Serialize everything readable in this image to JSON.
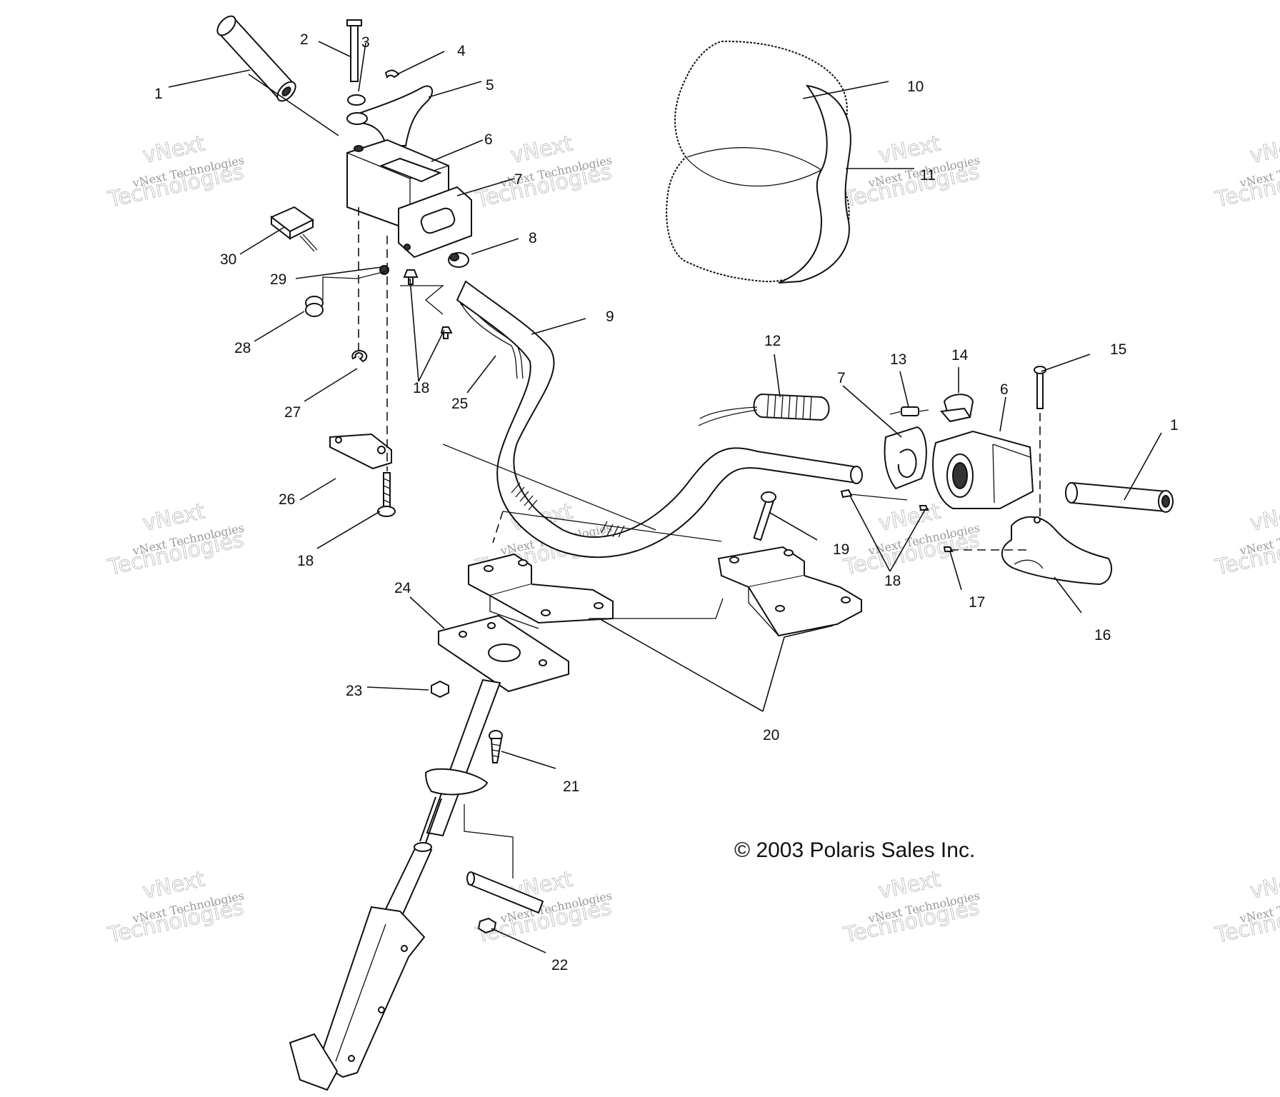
{
  "copyright": "© 2003 Polaris Sales Inc.",
  "watermark": {
    "line1": "vNext",
    "line2": "vNext Technologies",
    "line3": "Technologies"
  },
  "callouts": {
    "c1a": "1",
    "c1b": "1",
    "c2": "2",
    "c3": "3",
    "c4": "4",
    "c5": "5",
    "c6a": "6",
    "c6b": "6",
    "c7a": "7",
    "c7b": "7",
    "c8": "8",
    "c9": "9",
    "c10": "10",
    "c11": "11",
    "c12": "12",
    "c13": "13",
    "c14": "14",
    "c15": "15",
    "c16": "16",
    "c17": "17",
    "c18a": "18",
    "c18b": "18",
    "c18c": "18",
    "c19": "19",
    "c20": "20",
    "c21": "21",
    "c22": "22",
    "c23": "23",
    "c24": "24",
    "c25": "25",
    "c26": "26",
    "c27": "27",
    "c28": "28",
    "c29": "29",
    "c30": "30"
  }
}
